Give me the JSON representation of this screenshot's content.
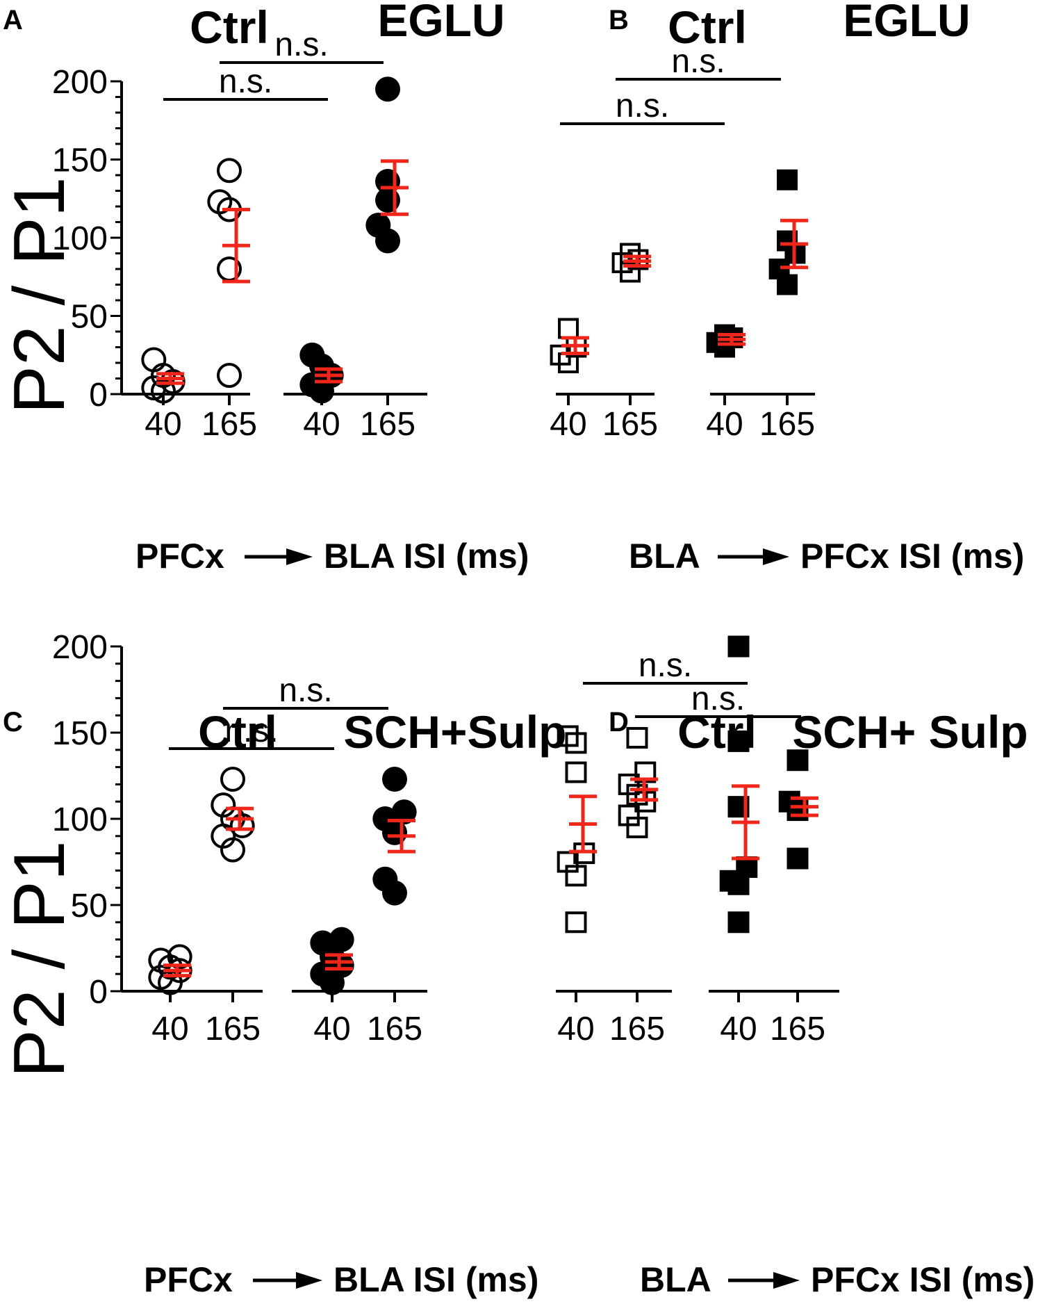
{
  "chart_data": [
    {
      "type": "scatter",
      "panel": "A",
      "group_titles": [
        "Ctrl",
        "EGLU"
      ],
      "ylabel": "P2 / P1",
      "ylim": [
        0,
        200
      ],
      "yticks": [
        "0",
        "50",
        "100",
        "150",
        "200"
      ],
      "xtick_labels": [
        "40",
        "165",
        "40",
        "165"
      ],
      "x_title_left": "PFCx",
      "x_title_right": "BLA ISI (ms)",
      "marker": "circle",
      "series": [
        {
          "values": [
            2,
            4,
            8,
            12,
            22
          ],
          "fill": "open",
          "mean": 10,
          "sem": 3
        },
        {
          "values": [
            12,
            80,
            118,
            123,
            143
          ],
          "fill": "open",
          "mean": 95,
          "sem": 23
        },
        {
          "values": [
            2,
            6,
            12,
            18,
            25
          ],
          "fill": "filled",
          "mean": 12,
          "sem": 4
        },
        {
          "values": [
            98,
            108,
            124,
            136,
            195
          ],
          "fill": "filled",
          "mean": 132,
          "sem": 17
        }
      ],
      "significance": [
        {
          "from": 0,
          "to": 2,
          "label": "n.s."
        },
        {
          "from": 1,
          "to": 3,
          "label": "n.s."
        }
      ]
    },
    {
      "type": "scatter",
      "panel": "B",
      "group_titles": [
        "Ctrl",
        "EGLU"
      ],
      "ylim": [
        0,
        200
      ],
      "xtick_labels": [
        "40",
        "165",
        "40",
        "165"
      ],
      "x_title_left": "BLA",
      "x_title_right": "PFCx ISI (ms)",
      "marker": "square",
      "series": [
        {
          "values": [
            20,
            25,
            30,
            42
          ],
          "fill": "open",
          "mean": 31,
          "sem": 5
        },
        {
          "values": [
            78,
            84,
            86,
            90
          ],
          "fill": "open",
          "mean": 85,
          "sem": 3
        },
        {
          "values": [
            30,
            33,
            36,
            38
          ],
          "fill": "filled",
          "mean": 35,
          "sem": 3
        },
        {
          "values": [
            70,
            80,
            90,
            98,
            137
          ],
          "fill": "filled",
          "mean": 96,
          "sem": 15
        }
      ],
      "significance": [
        {
          "from": 0,
          "to": 2,
          "label": "n.s."
        },
        {
          "from": 1,
          "to": 3,
          "label": "n.s."
        }
      ]
    },
    {
      "type": "scatter",
      "panel": "C",
      "group_titles": [
        "Ctrl",
        "SCH+Sulp"
      ],
      "ylabel": "P2 / P1",
      "ylim": [
        0,
        200
      ],
      "yticks": [
        "0",
        "50",
        "100",
        "150",
        "200"
      ],
      "xtick_labels": [
        "40",
        "165",
        "40",
        "165"
      ],
      "x_title_left": "PFCx",
      "x_title_right": "BLA ISI (ms)",
      "marker": "circle",
      "series": [
        {
          "values": [
            5,
            8,
            12,
            14,
            18,
            20
          ],
          "fill": "open",
          "mean": 12,
          "sem": 3
        },
        {
          "values": [
            82,
            90,
            96,
            100,
            108,
            123
          ],
          "fill": "open",
          "mean": 100,
          "sem": 6
        },
        {
          "values": [
            5,
            10,
            15,
            20,
            28,
            30
          ],
          "fill": "filled",
          "mean": 17,
          "sem": 4
        },
        {
          "values": [
            57,
            65,
            92,
            100,
            104,
            123
          ],
          "fill": "filled",
          "mean": 90,
          "sem": 9
        }
      ],
      "significance": [
        {
          "from": 0,
          "to": 2,
          "label": "n.s."
        },
        {
          "from": 1,
          "to": 3,
          "label": "n.s."
        }
      ]
    },
    {
      "type": "scatter",
      "panel": "D",
      "group_titles": [
        "Ctrl",
        "SCH+ Sulp"
      ],
      "ylim": [
        0,
        200
      ],
      "xtick_labels": [
        "40",
        "165",
        "40",
        "165"
      ],
      "x_title_left": "BLA",
      "x_title_right": "PFCx ISI (ms)",
      "marker": "square",
      "series": [
        {
          "values": [
            40,
            67,
            75,
            80,
            127,
            144,
            148
          ],
          "fill": "open",
          "mean": 97,
          "sem": 16
        },
        {
          "values": [
            95,
            102,
            110,
            114,
            120,
            127,
            147
          ],
          "fill": "open",
          "mean": 117,
          "sem": 6
        },
        {
          "values": [
            40,
            62,
            64,
            72,
            107,
            145,
            200
          ],
          "fill": "filled",
          "mean": 98,
          "sem": 21
        },
        {
          "values": [
            77,
            105,
            110,
            134
          ],
          "fill": "filled",
          "mean": 107,
          "sem": 5
        }
      ],
      "significance": [
        {
          "from": 0,
          "to": 2,
          "label": "n.s."
        },
        {
          "from": 1,
          "to": 3,
          "label": "n.s."
        }
      ]
    }
  ],
  "colors": {
    "marker": "#000000",
    "error_bar": "#f0261a",
    "axis": "#000000"
  }
}
